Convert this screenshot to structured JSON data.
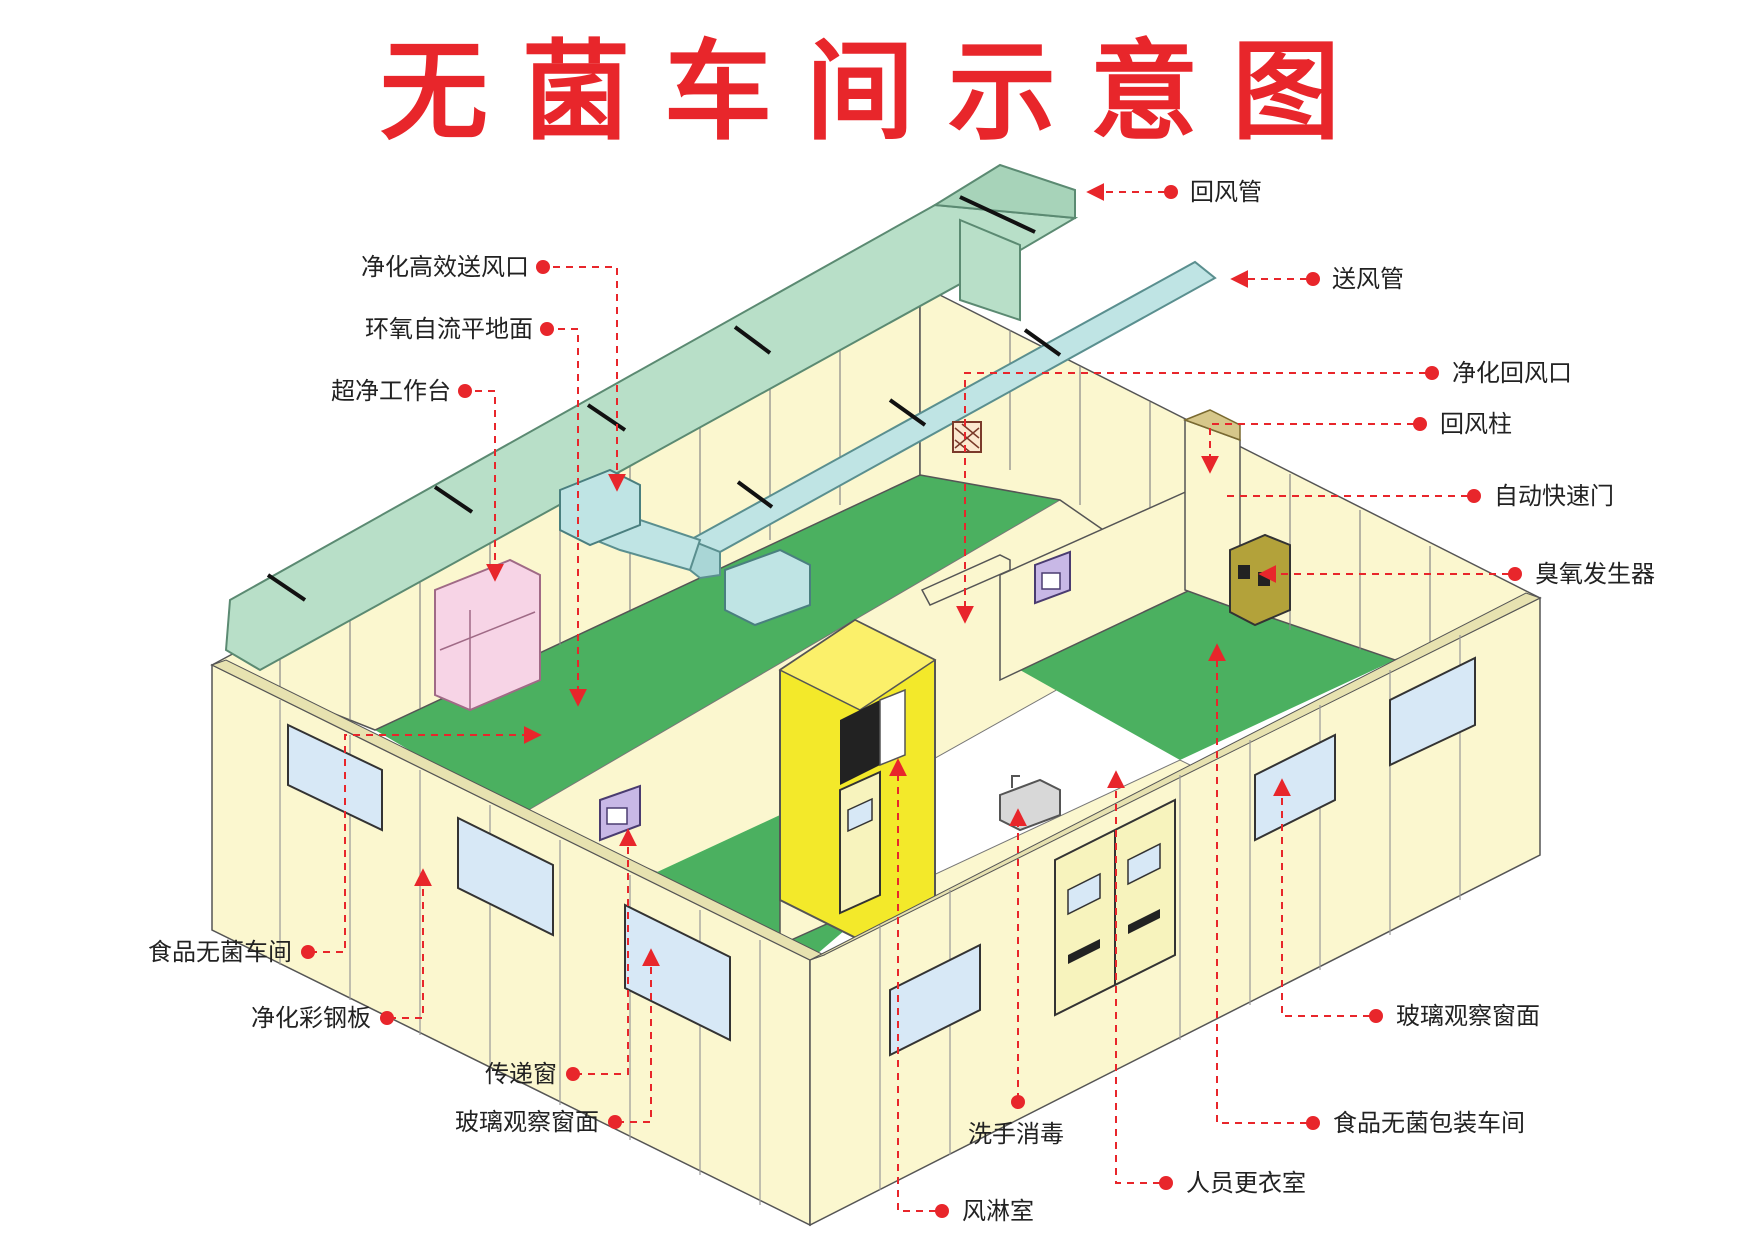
{
  "title": "无菌车间示意图",
  "colors": {
    "accent": "#e8262b",
    "floor_green": "#4bb060",
    "wall_cream": "#fbf7cf",
    "duct_return": "#b8dfc8",
    "duct_supply": "#bfe4e4",
    "air_shower": "#f3e92a",
    "window_glass": "#d7e8f6",
    "workbench_pink": "#f7d4e6"
  },
  "labels": {
    "return_duct": "回风管",
    "supply_duct": "送风管",
    "hepa_outlet": "净化高效送风口",
    "epoxy_floor": "环氧自流平地面",
    "clean_bench": "超净工作台",
    "return_vent": "净化回风口",
    "return_column": "回风柱",
    "auto_fast_door": "自动快速门",
    "ozone_generator": "臭氧发生器",
    "food_sterile_workshop": "食品无菌车间",
    "steel_panel": "净化彩钢板",
    "pass_box": "传递窗",
    "glass_window_left": "玻璃观察窗面",
    "glass_window_right": "玻璃观察窗面",
    "hand_wash": "洗手消毒",
    "food_packaging": "食品无菌包装车间",
    "changing_room": "人员更衣室",
    "air_shower_room": "风淋室"
  }
}
